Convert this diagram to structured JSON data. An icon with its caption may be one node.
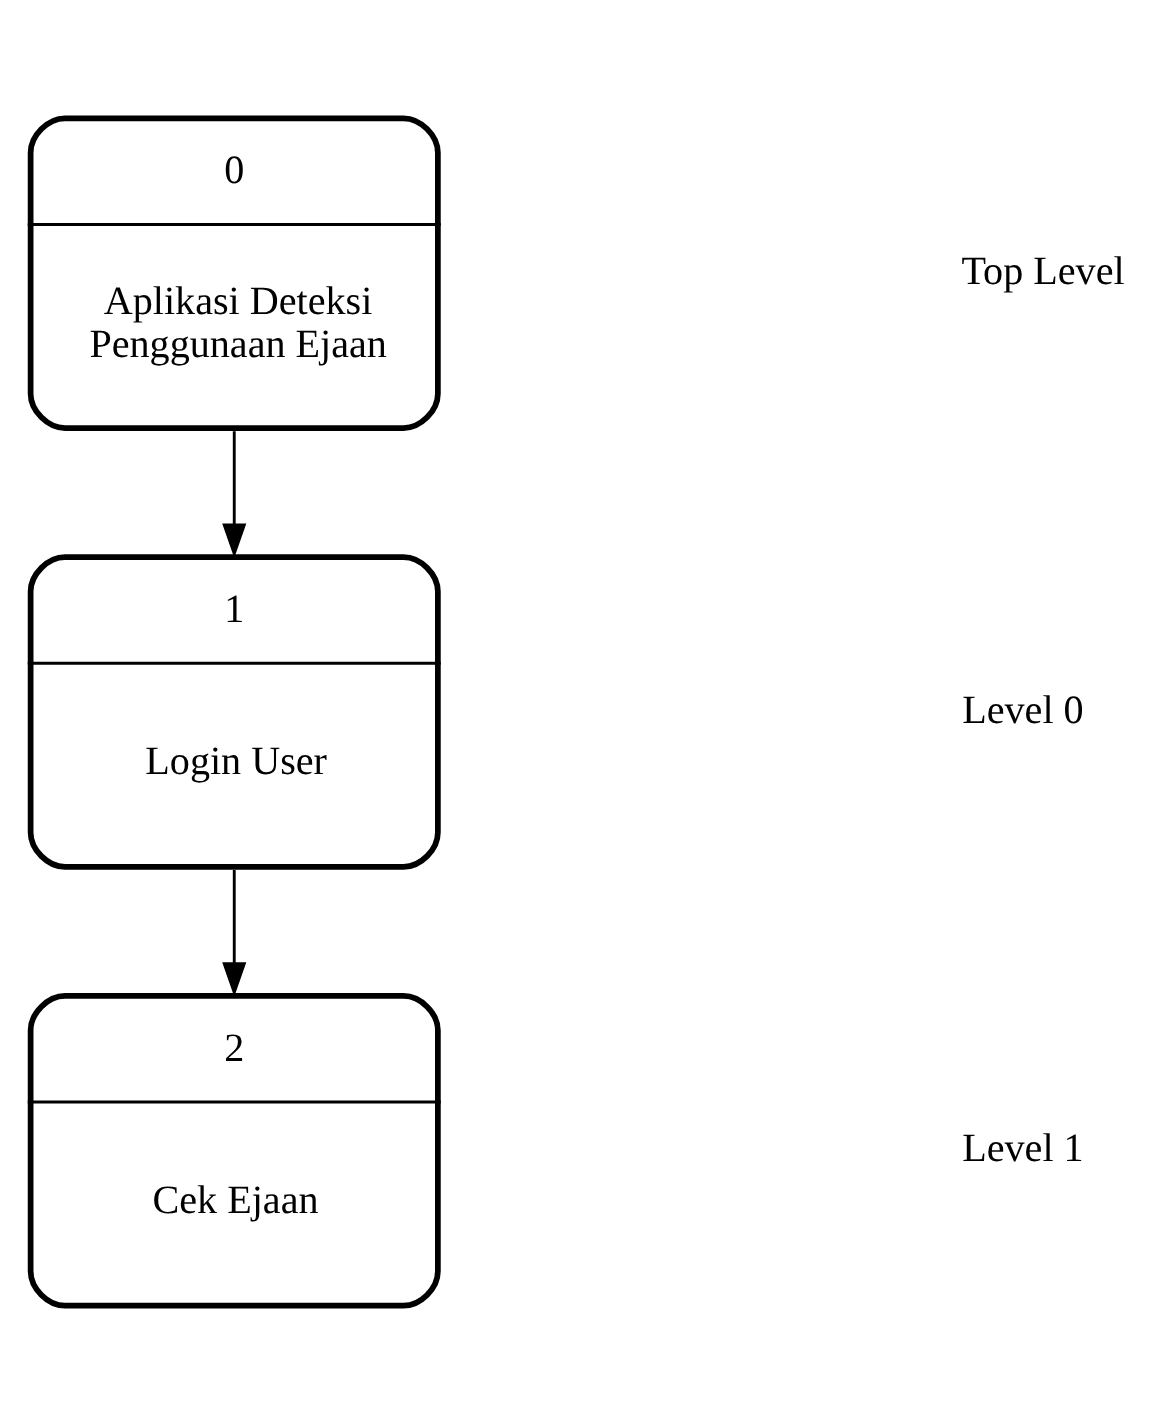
{
  "diagram": {
    "nodes": [
      {
        "text": [
          "0",
          "Aplikasi Deteksi Penggunaan Ejaan"
        ]
      },
      {
        "text": [
          "1",
          "Login User"
        ]
      },
      {
        "text": [
          "2",
          "Cek Ejaan"
        ]
      }
    ],
    "edges": [
      {
        "from": 0,
        "to": 1,
        "arrow": "to"
      },
      {
        "from": 1,
        "to": 2,
        "arrow": "to"
      }
    ],
    "labels": [
      "Top Level",
      "Level 0",
      "Level 1"
    ]
  }
}
